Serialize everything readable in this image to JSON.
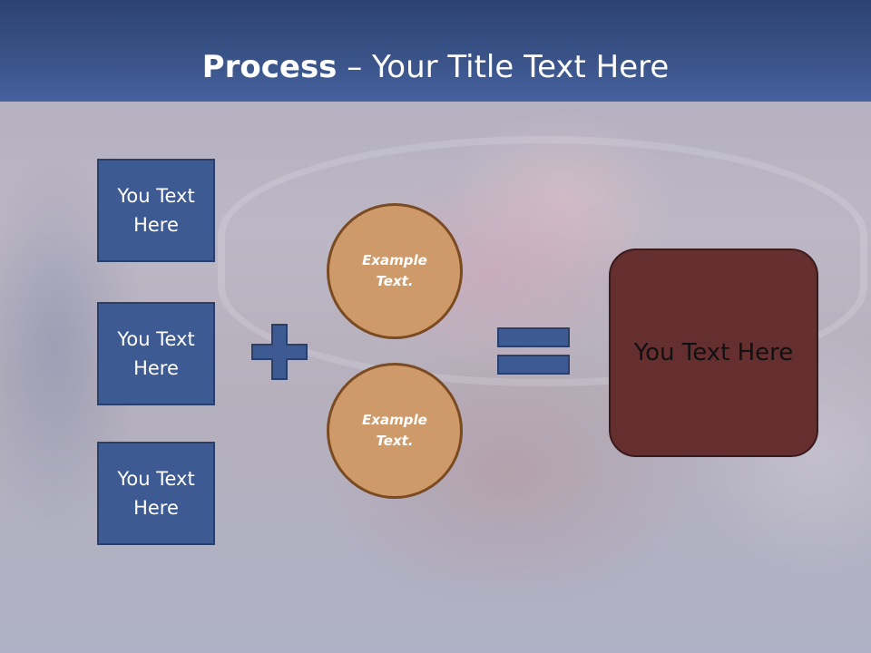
{
  "header": {
    "title_bold": "Process",
    "title_rest": " – Your Title Text Here"
  },
  "left_boxes": [
    {
      "text": "You Text Here"
    },
    {
      "text": "You Text Here"
    },
    {
      "text": "You Text Here"
    }
  ],
  "operator_plus": "plus-icon",
  "operator_equals": "equals-icon",
  "circles": [
    {
      "text": "Example Text."
    },
    {
      "text": "Example Text."
    }
  ],
  "result": {
    "text": "You Text Here"
  },
  "colors": {
    "header": "#3a5489",
    "box_fill": "#3d5a92",
    "circle_fill": "#cf9a6a",
    "circle_border": "#7a4a22",
    "result_fill": "#652e2f"
  }
}
